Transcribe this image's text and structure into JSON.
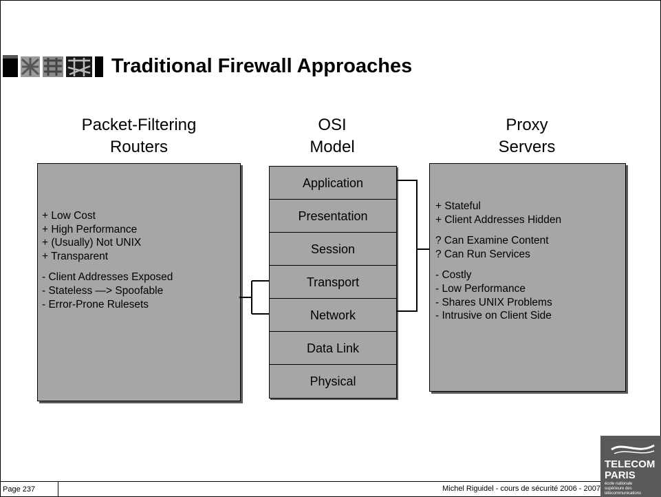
{
  "slide": {
    "title": "Traditional Firewall Approaches",
    "footer": {
      "page": "Page 237",
      "credit": "Michel Riguidel - cours de sécurité 2006 - 2007"
    },
    "logo": {
      "name": "TELECOM PARIS",
      "line1": "TELECOM",
      "line2": "PARIS",
      "tag1": "école nationale",
      "tag2": "supérieure des",
      "tag3": "télécommunications"
    }
  },
  "columns": {
    "left": {
      "header_line1": "Packet-Filtering",
      "header_line2": "Routers"
    },
    "middle": {
      "header_line1": "OSI",
      "header_line2": "Model"
    },
    "right": {
      "header_line1": "Proxy",
      "header_line2": "Servers"
    }
  },
  "packet_filtering": {
    "pros": [
      "+ Low Cost",
      "+ High Performance",
      "+ (Usually) Not UNIX",
      "+ Transparent"
    ],
    "cons": [
      "- Client Addresses Exposed",
      "- Stateless —> Spoofable",
      "- Error-Prone Rulesets"
    ]
  },
  "osi_layers": [
    "Application",
    "Presentation",
    "Session",
    "Transport",
    "Network",
    "Data Link",
    "Physical"
  ],
  "proxy": {
    "pros": [
      "+ Stateful",
      "+ Client Addresses Hidden"
    ],
    "maybe": [
      "? Can Examine Content",
      "? Can Run Services"
    ],
    "cons": [
      "- Costly",
      "- Low Performance",
      "- Shares UNIX Problems",
      "- Intrusive on Client Side"
    ]
  },
  "colors": {
    "panel": "#a6a6a6",
    "shadow": "#5a5a5a",
    "logo_bg": "#595959"
  }
}
